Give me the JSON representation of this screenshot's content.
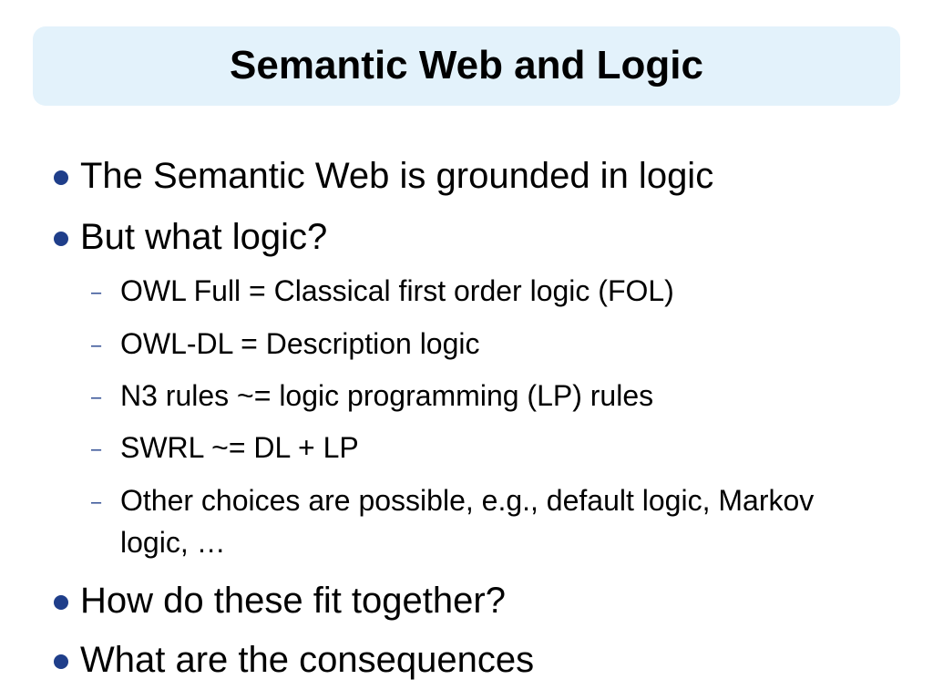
{
  "slide": {
    "title": "Semantic Web and Logic",
    "colors": {
      "title_background": "#e3f2fb",
      "bullet": "#1f3e8a",
      "text": "#000000"
    },
    "bullets": [
      {
        "text": "The Semantic Web is grounded in logic",
        "sub_items": []
      },
      {
        "text": "But what logic?",
        "sub_items": [
          "OWL Full = Classical first order logic (FOL)",
          "OWL-DL = Description logic",
          "N3 rules ~= logic programming (LP) rules",
          "SWRL ~= DL + LP",
          "Other choices are possible, e.g., default logic, Markov logic, …"
        ]
      },
      {
        "text": "How do these fit together?",
        "sub_items": []
      },
      {
        "text": "What are the consequences",
        "sub_items": []
      }
    ],
    "sub_marker": "–"
  }
}
